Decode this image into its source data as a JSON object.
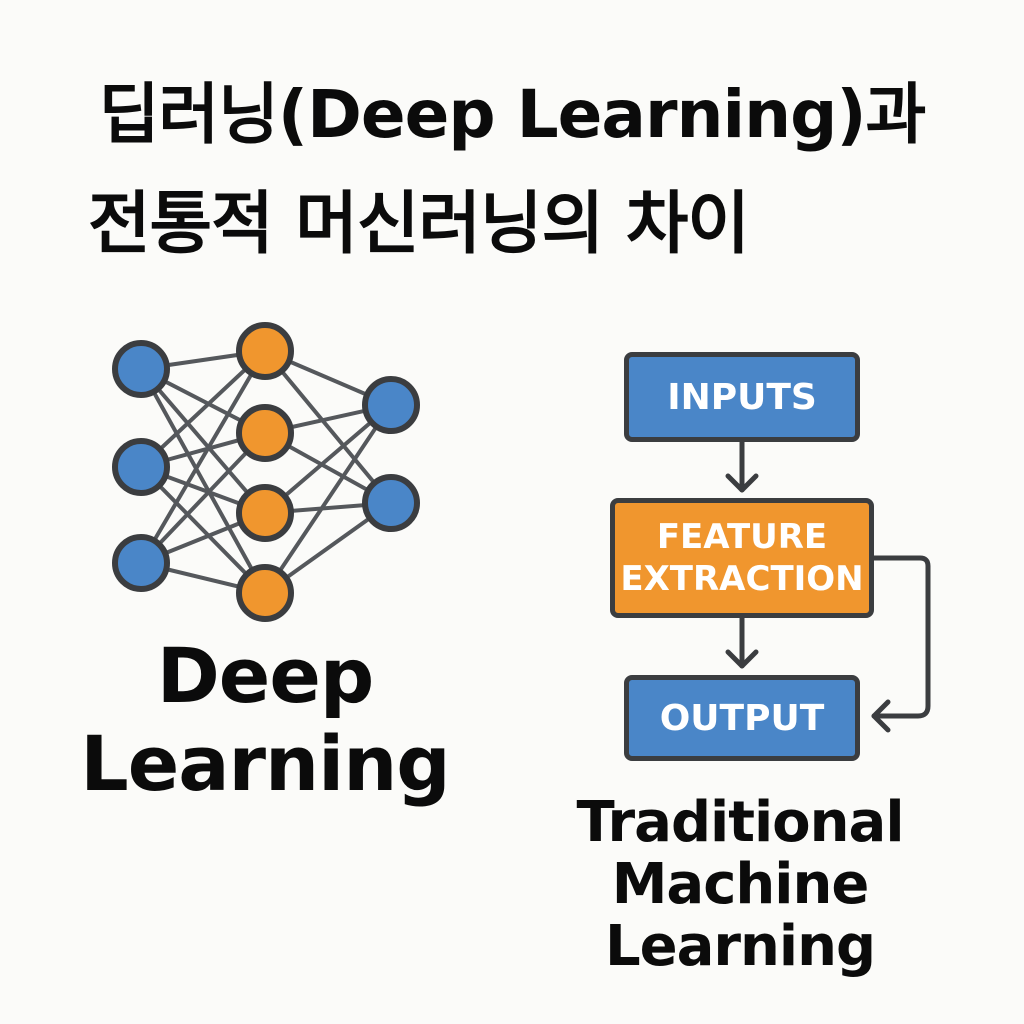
{
  "title": {
    "line1": "딥러닝(Deep Learning)과",
    "line2": "전통적 머신러닝의 차이"
  },
  "deep_learning": {
    "label_line1": "Deep",
    "label_line2": "Learning",
    "network_layers": [
      3,
      4,
      2
    ],
    "colors": {
      "input_node": "#4a86c8",
      "hidden_node": "#f0962e",
      "output_node": "#4a86c8",
      "outline": "#3b3d40"
    }
  },
  "traditional_ml": {
    "label_line1": "Traditional",
    "label_line2": "Machine Learning",
    "steps": {
      "inputs": "INPUTS",
      "feature_line1": "FEATURE",
      "feature_line2": "EXTRACTION",
      "output": "OUTPUT"
    },
    "colors": {
      "input_output_box": "#4a86c8",
      "feature_box": "#f0962e",
      "outline": "#3b3d40"
    }
  }
}
